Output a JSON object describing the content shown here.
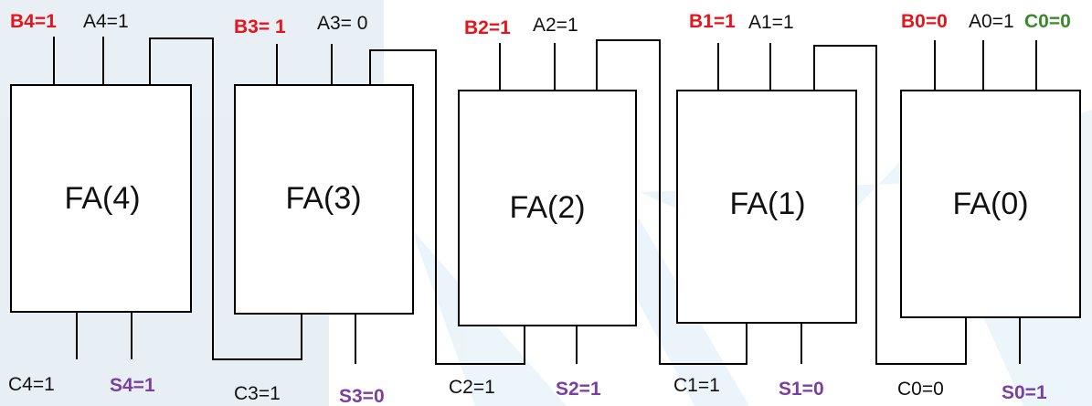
{
  "diagram": {
    "adders": [
      {
        "id": "fa4",
        "label": "FA(4)"
      },
      {
        "id": "fa3",
        "label": "FA(3)"
      },
      {
        "id": "fa2",
        "label": "FA(2)"
      },
      {
        "id": "fa1",
        "label": "FA(1)"
      },
      {
        "id": "fa0",
        "label": "FA(0)"
      }
    ],
    "inputs": {
      "b4": "B4=1",
      "a4": "A4=1",
      "b3": "B3= 1",
      "a3": "A3= 0",
      "b2": "B2=1",
      "a2": "A2=1",
      "b1": "B1=1",
      "a1": "A1=1",
      "b0": "B0=0",
      "a0": "A0=1",
      "c0_in": "C0=0"
    },
    "outputs": {
      "c4": "C4=1",
      "s4": "S4=1",
      "c3": "C3=1",
      "s3": "S3=0",
      "c2": "C2=1",
      "s2": "S2=1",
      "c1": "C1=1",
      "s1": "S1=0",
      "c0": "C0=0",
      "s0": "S0=1"
    },
    "colors": {
      "b_labels": "#e8141b",
      "s_labels": "#7a3fa0",
      "c0_label": "#3b8a2a",
      "watermark": "#d6e3ec"
    }
  }
}
